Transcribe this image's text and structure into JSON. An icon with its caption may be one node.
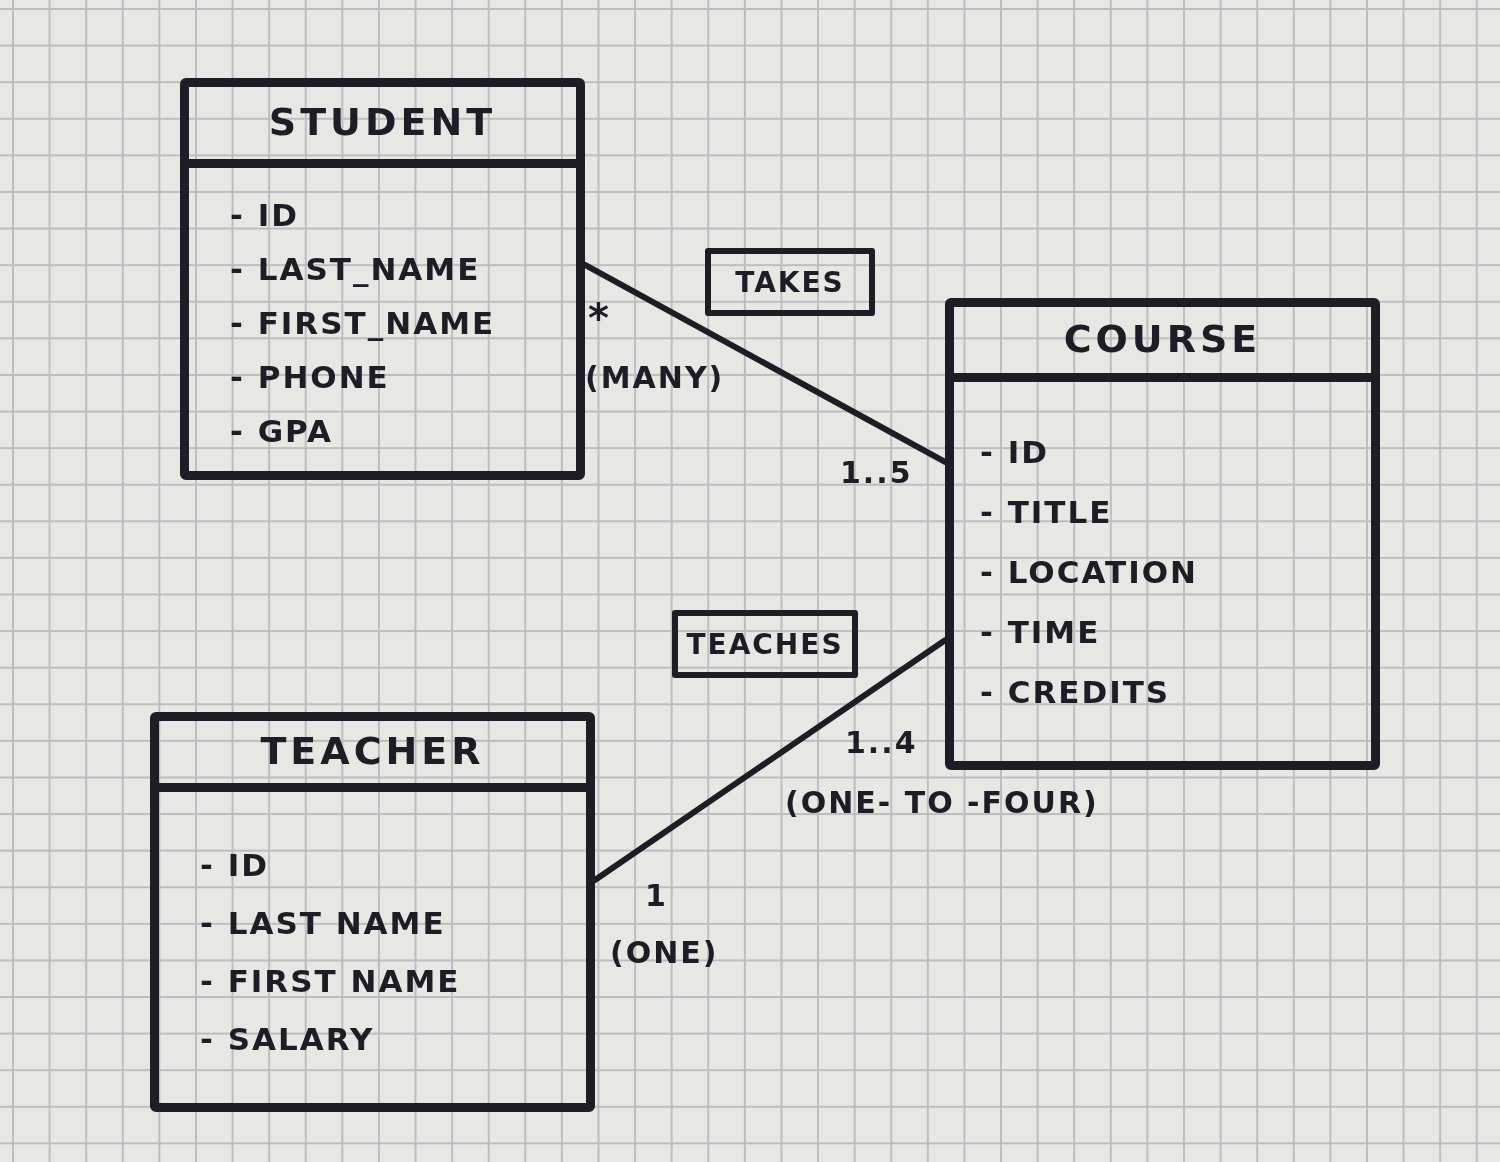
{
  "diagram": {
    "nodes": [
      {
        "text": [
          "STUDENT",
          "- ID",
          "- LAST_NAME",
          "- FIRST_NAME",
          "- PHONE",
          "- GPA"
        ]
      },
      {
        "text": [
          "TAKES"
        ]
      },
      {
        "text": [
          "COURSE",
          "- ID",
          "- TITLE",
          "- LOCATION",
          "- TIME",
          "- CREDITS"
        ]
      },
      {
        "text": [
          "TEACHES"
        ]
      },
      {
        "text": [
          "TEACHER",
          "- ID",
          "- LAST NAME",
          "- FIRST NAME",
          "- SALARY"
        ]
      }
    ],
    "edges": [
      {
        "from": 0,
        "to": 2,
        "arrow": "none"
      },
      {
        "from": 4,
        "to": 2,
        "arrow": "none"
      }
    ],
    "labels": [
      "*",
      "(MANY)",
      "1..5",
      "1..4",
      "(ONE- TO -FOUR)",
      "1",
      "(ONE)"
    ]
  }
}
